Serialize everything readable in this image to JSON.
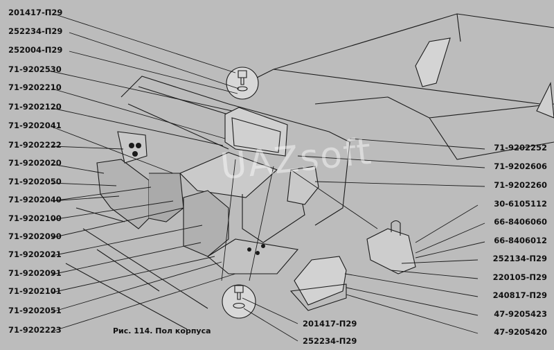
{
  "left_labels": [
    "201417-П29",
    "252234-П29",
    "252004-П29",
    "71-9202530",
    "71-9202210",
    "71-9202120",
    "71-9202041",
    "71-9202222",
    "71-9202020",
    "71-9202050",
    "71-9202040",
    "71-9202100",
    "71-9202090",
    "71-9202021",
    "71-9202091",
    "71-9202101",
    "71-9202051",
    "71-9202223"
  ],
  "right_labels": [
    "71-9202252",
    "71-9202606",
    "71-9202260",
    "30-6105112",
    "66-8406060",
    "66-8406012",
    "252134-П29",
    "220105-П29",
    "240817-П29",
    "47-9205423",
    "47-9205420"
  ],
  "bottom_labels": [
    "201417-П29",
    "252234-П29"
  ],
  "caption": "Рис. 114. Пол корпуса",
  "watermark": "UAZsoft"
}
